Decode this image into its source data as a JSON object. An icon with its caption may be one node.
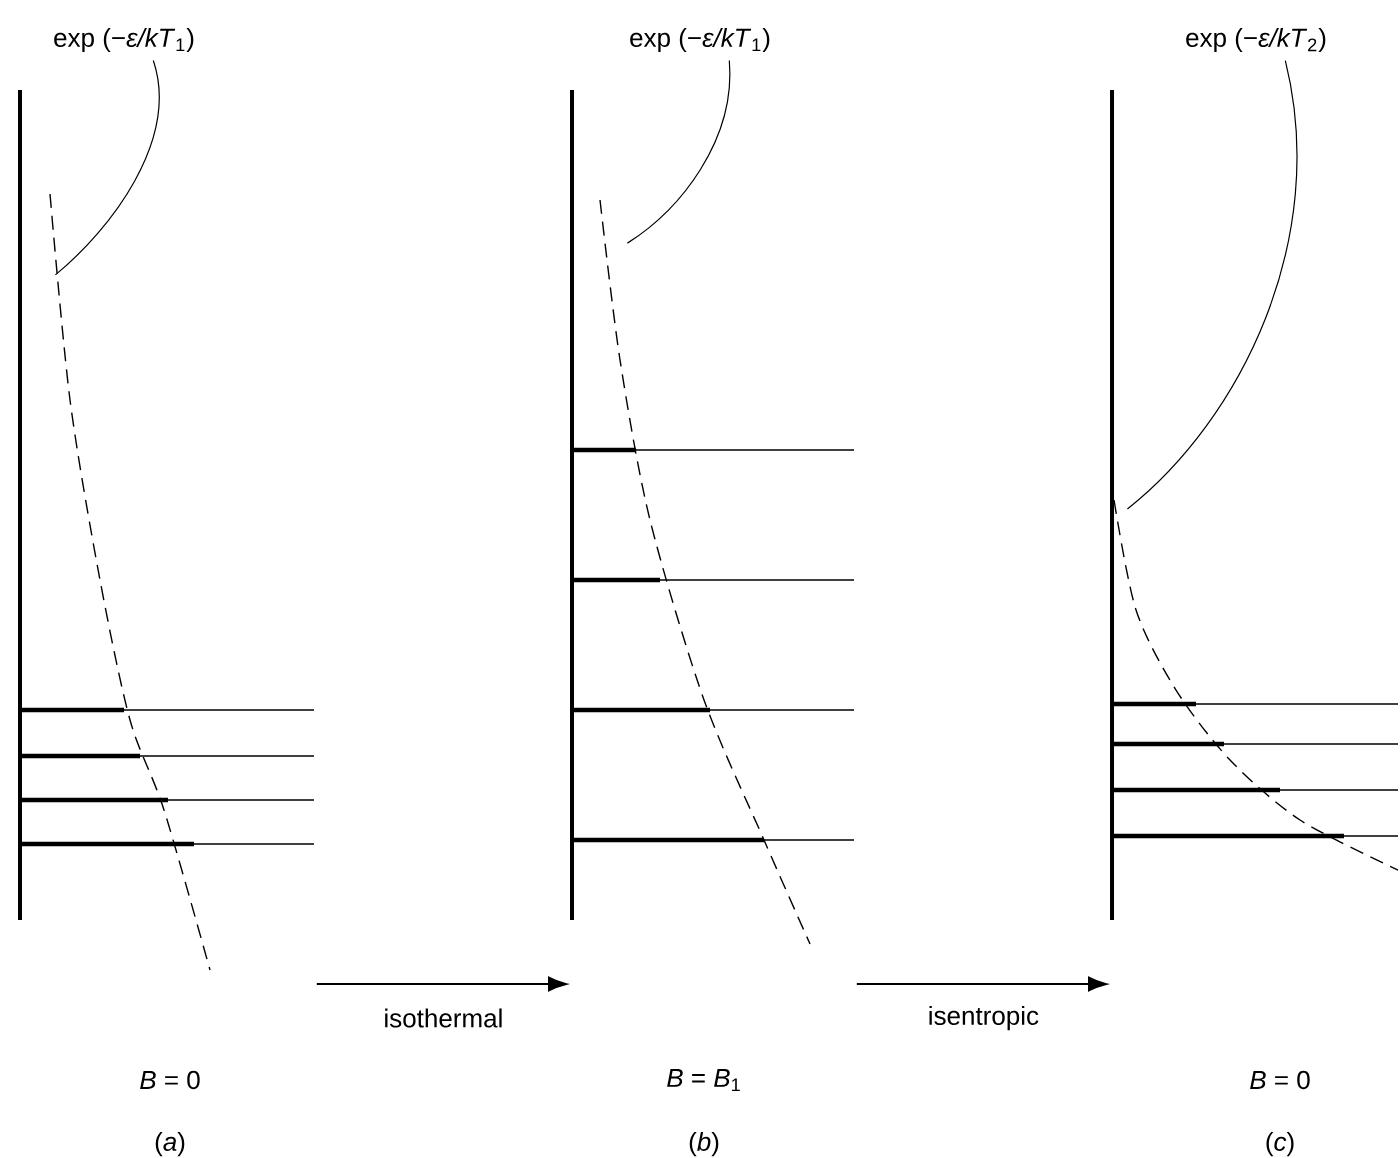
{
  "diagram": {
    "nodes": [
      {
        "text": [
          "*B* = 0",
          "(*a*)"
        ]
      },
      {
        "text": [
          "exp (−*ε/kT*$_{1}$)"
        ]
      },
      {
        "text": [],
        "shape": "curve",
        "in": 0
      },
      {
        "text": [
          "*B* = *B*$_{1}$",
          "(*b*)"
        ]
      },
      {
        "text": [
          "exp (−*ε/kT*$_{1}$)"
        ]
      },
      {
        "text": [],
        "shape": "curve",
        "in": 3
      },
      {
        "text": [
          "*B* = 0",
          "(*c*)"
        ]
      },
      {
        "text": [
          "exp (−*ε/kT*$_{2}$)"
        ]
      },
      {
        "text": [],
        "shape": "curve",
        "in": 6
      }
    ],
    "edges": [
      {
        "from": 1,
        "to": 2,
        "arrow": "none"
      },
      {
        "from": 4,
        "to": 5,
        "arrow": "none"
      },
      {
        "from": 7,
        "to": 8,
        "arrow": "none"
      },
      {
        "from": 0,
        "to": 3,
        "arrow": "to",
        "label": "isothermal"
      },
      {
        "from": 3,
        "to": 6,
        "arrow": "to",
        "label": "isentropic"
      }
    ]
  }
}
